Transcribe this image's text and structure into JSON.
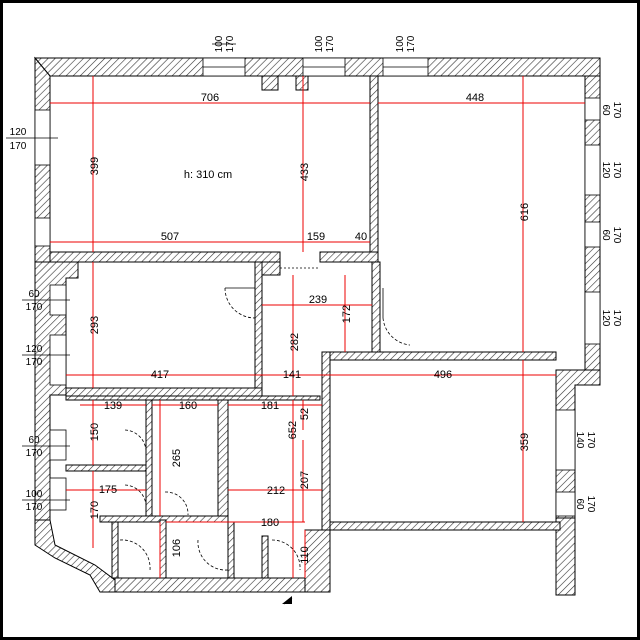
{
  "plan": {
    "ceiling_height": "h: 310 cm",
    "dimensions": {
      "top_left_width": "706",
      "top_right_width": "448",
      "top_left_height": "399",
      "top_middle_height": "433",
      "top_right_height": "616",
      "bottom_left_segment": "507",
      "bottom_mid_segment": "159",
      "bottom_right_segment": "40",
      "corridor_width": "239",
      "corridor_height": "172",
      "corridor_vertical": "282",
      "room2_height": "293",
      "room2_width": "417",
      "gap_141": "141",
      "room_right_width": "496",
      "room_right_height": "359",
      "bath_width_139": "139",
      "bath_width_160": "160",
      "hall_width_181": "181",
      "small_52": "52",
      "total_652": "652",
      "bath_height_150": "150",
      "bath_height_265": "265",
      "wc_width_175": "175",
      "hall_height_207": "207",
      "hall_width_212": "212",
      "entry_width_180": "180",
      "bath_height_170": "170",
      "entry_height_106": "106",
      "entry_height_110": "110"
    },
    "windows": {
      "top_1": [
        "100",
        "170"
      ],
      "top_2": [
        "100",
        "170"
      ],
      "top_3": [
        "100",
        "170"
      ],
      "left_1": [
        "120",
        "170"
      ],
      "left_2": [
        "60",
        "170"
      ],
      "left_3": [
        "120",
        "170"
      ],
      "left_4": [
        "60",
        "170"
      ],
      "left_5": [
        "100",
        "170"
      ],
      "right_1": [
        "60",
        "170"
      ],
      "right_2": [
        "120",
        "170"
      ],
      "right_3": [
        "60",
        "170"
      ],
      "right_4": [
        "120",
        "170"
      ],
      "right_5": [
        "140",
        "170"
      ],
      "right_6": [
        "60",
        "170"
      ]
    }
  }
}
